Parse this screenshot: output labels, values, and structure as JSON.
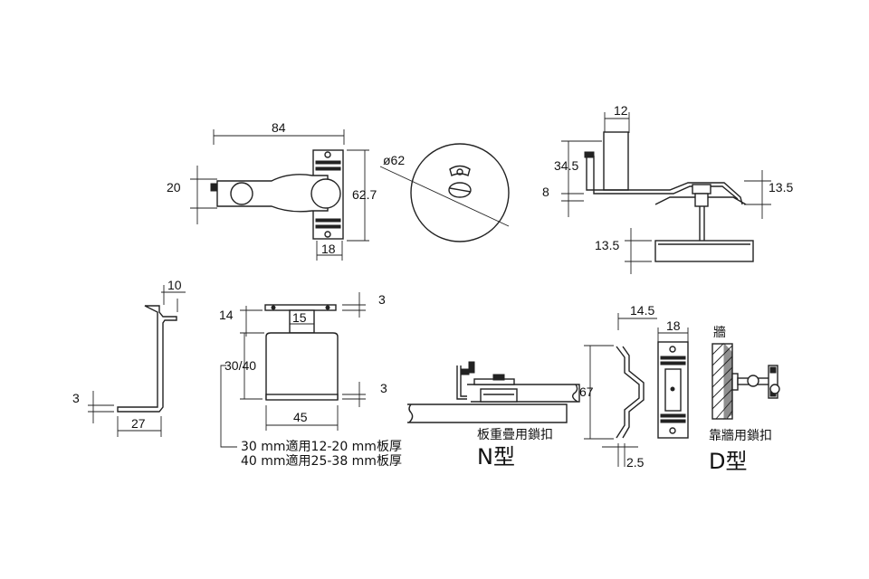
{
  "dimensions": {
    "top_plate_width": "84",
    "top_plate_height": "20",
    "top_bracket_height": "62.7",
    "top_bracket_width": "18",
    "disc_diameter": "ø62",
    "side_pin_width": "12",
    "side_height": "34.5",
    "side_offset": "8",
    "side_right": "13.5",
    "side_base": "13.5",
    "angle_top": "10",
    "angle_thickness": "3",
    "angle_length": "27",
    "catch_top_height": "14",
    "catch_tab_width": "15",
    "catch_top_thickness": "3",
    "catch_height": "30/40",
    "catch_bottom_thickness": "3",
    "catch_width": "45",
    "d_offset": "14.5",
    "d_width": "18",
    "d_height": "67",
    "d_thickness": "2.5"
  },
  "notes": {
    "line1": "30 mm適用12-20 mm板厚",
    "line2": "40 mm適用25-38 mm板厚"
  },
  "types": {
    "n_caption": "板重疊用鎖扣",
    "n_type": "N型",
    "wall_label": "牆",
    "d_caption": "靠牆用鎖扣",
    "d_type": "D型"
  }
}
